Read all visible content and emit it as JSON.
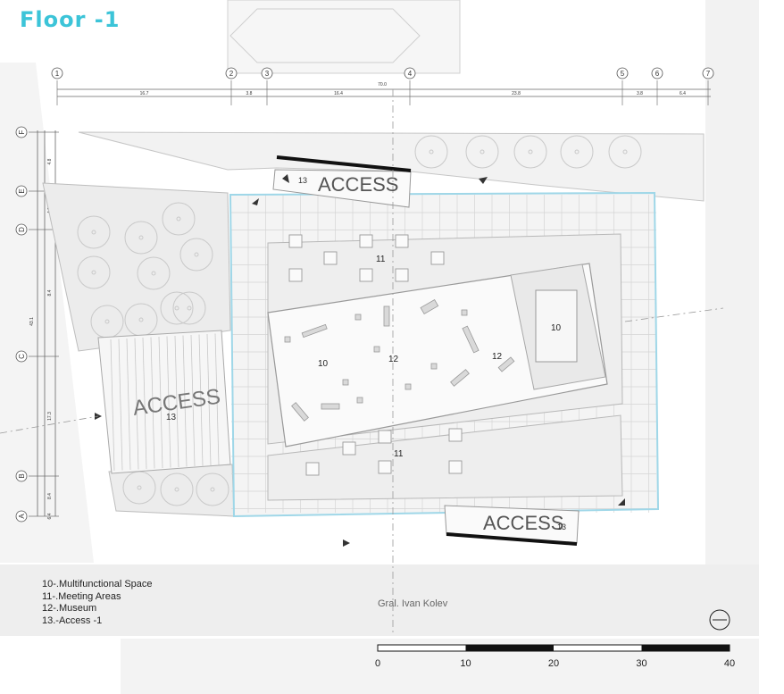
{
  "title": "Floor -1",
  "grid": {
    "columns": [
      "1",
      "2",
      "3",
      "4",
      "5",
      "6",
      "7"
    ],
    "rows": [
      "F",
      "E",
      "D",
      "C",
      "B",
      "A"
    ],
    "col_spacings": [
      "16.7",
      "3.8",
      "16.4",
      "23.8",
      "3.8",
      "6.4"
    ],
    "overall_width": "70.0",
    "row_spacings": [
      "4.8",
      "4.0",
      "8.4",
      "17.3",
      "8.4",
      "6.4"
    ],
    "overall_depth": "43.1"
  },
  "labels": {
    "access": "ACCESS",
    "access_number": "13",
    "multifunctional_1": "10",
    "multifunctional_2": "10",
    "museum_1": "12",
    "museum_2": "12",
    "meeting_1": "11",
    "meeting_2": "11"
  },
  "legend": [
    "10-.Multifunctional Space",
    "11-.Meeting Areas",
    "12-.Museum",
    "13.-Access  -1"
  ],
  "street_name": "Gral. Ivan Kolev",
  "scale_bar": {
    "ticks": [
      "0",
      "10",
      "20",
      "30",
      "40"
    ]
  },
  "colors": {
    "title": "#3cc4d8",
    "glass": "#9fd7e8",
    "line": "#bcbcbc",
    "fill": "#efefef"
  }
}
